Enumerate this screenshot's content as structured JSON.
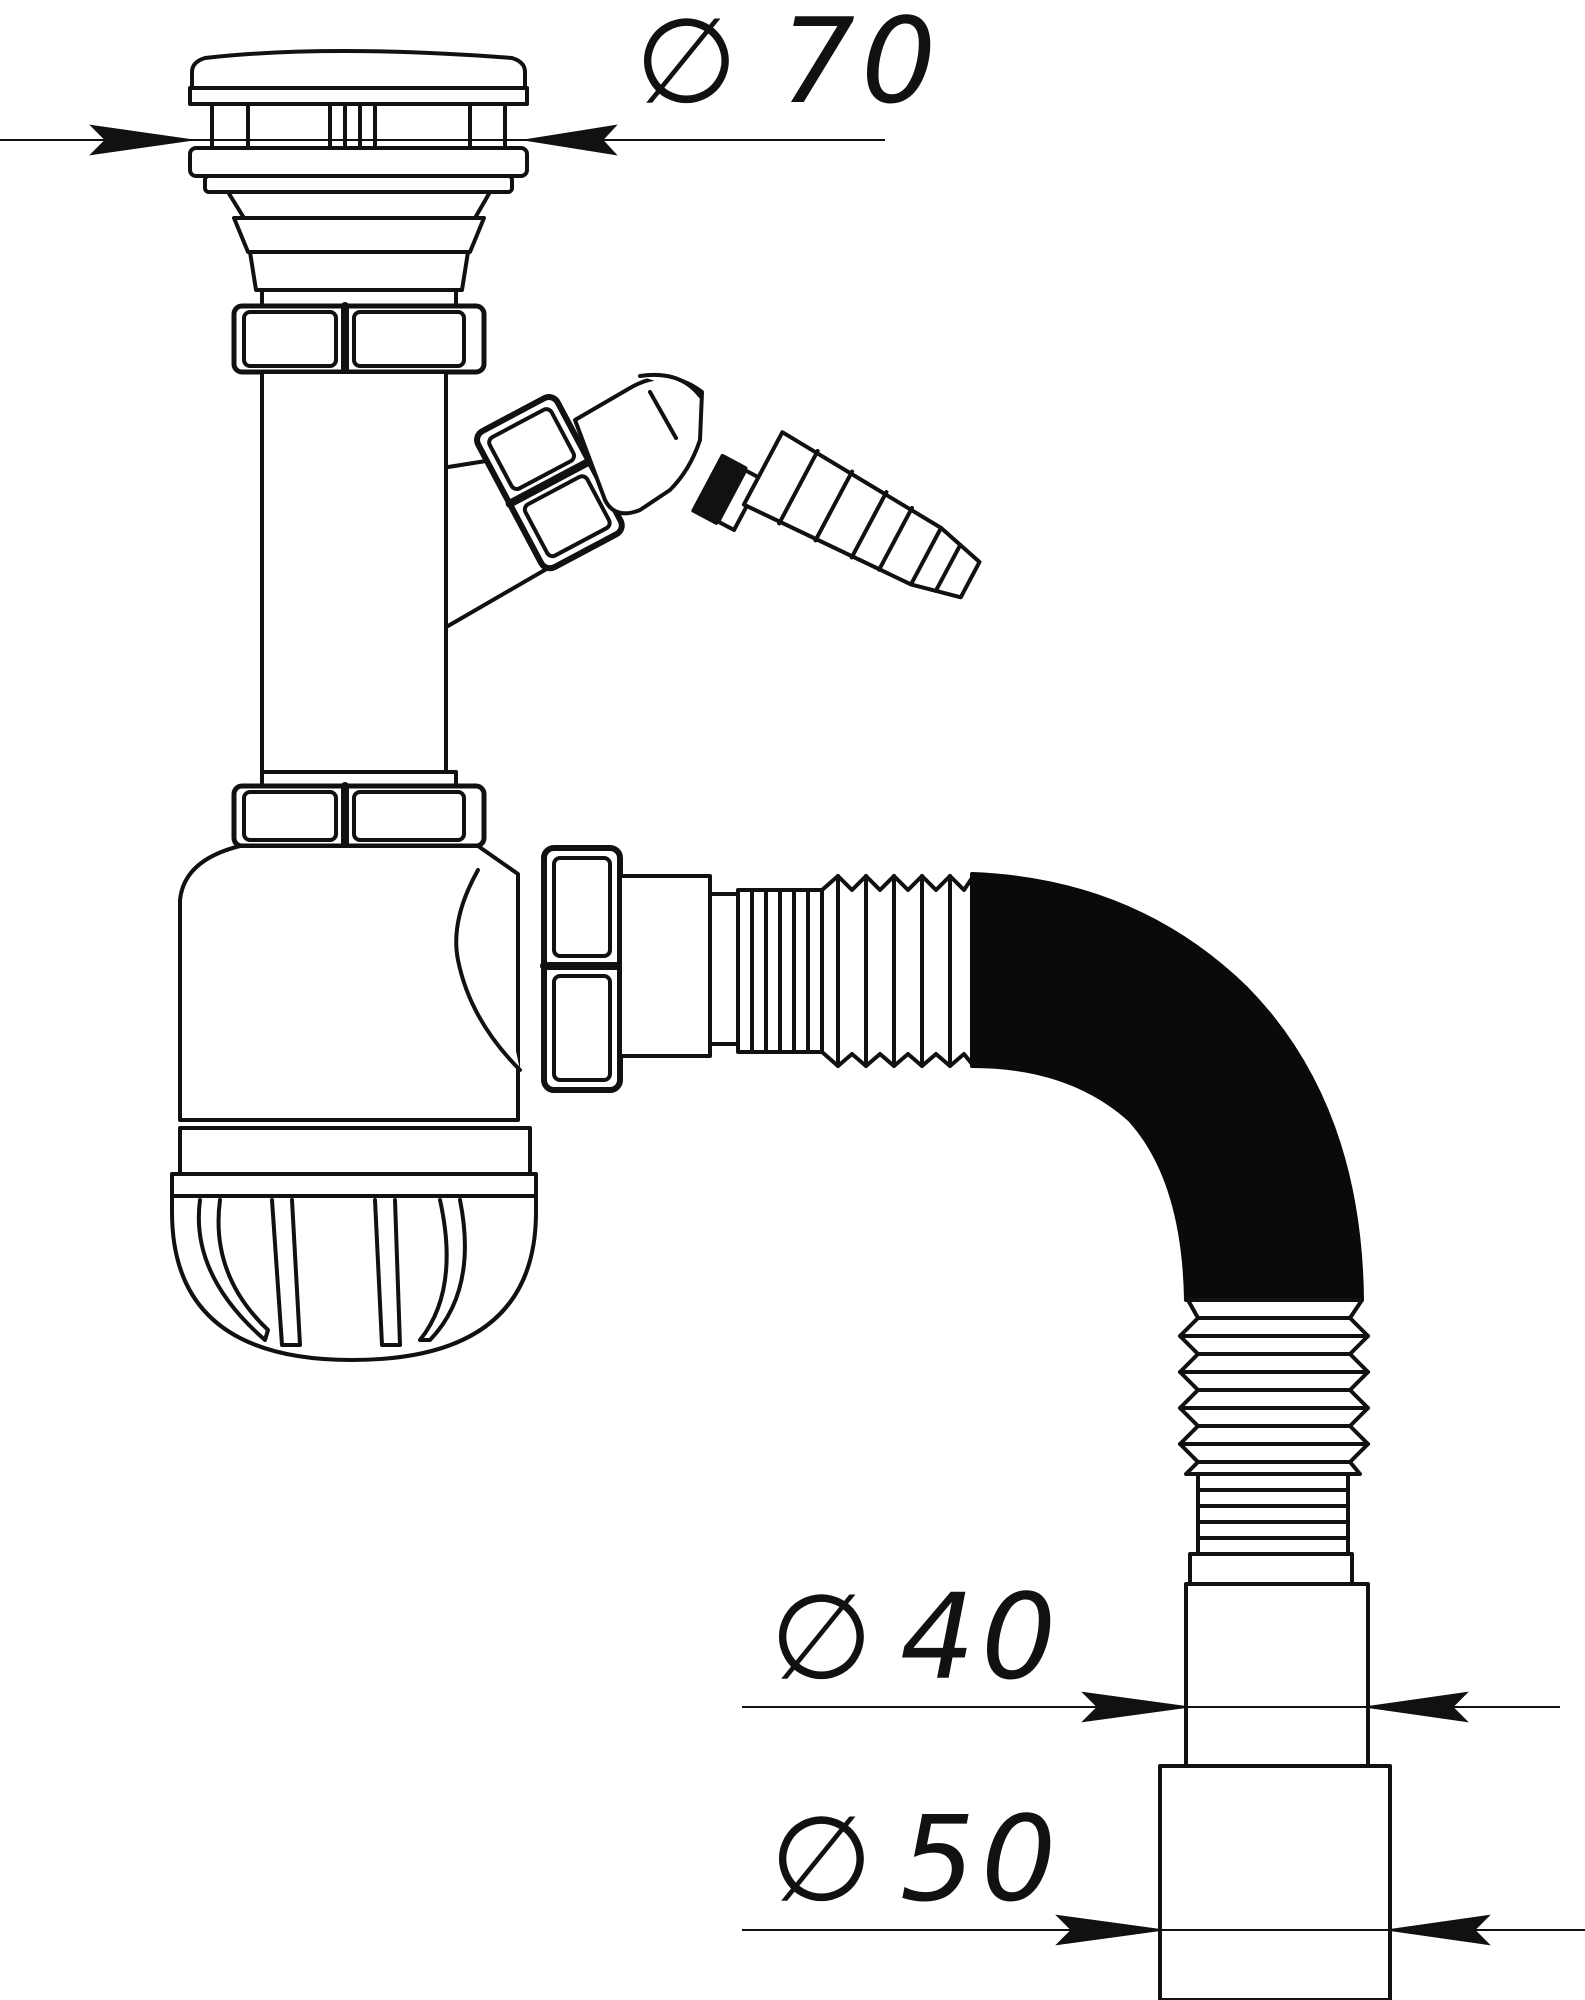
{
  "diagram": {
    "dimensions": [
      {
        "id": "d70",
        "symbol": "∅",
        "value": "70"
      },
      {
        "id": "d40",
        "symbol": "∅",
        "value": "40"
      },
      {
        "id": "d50",
        "symbol": "∅",
        "value": "50"
      }
    ]
  },
  "colors": {
    "line": "#111111",
    "fill": "#ffffff",
    "hose": "#0a0a0a"
  }
}
